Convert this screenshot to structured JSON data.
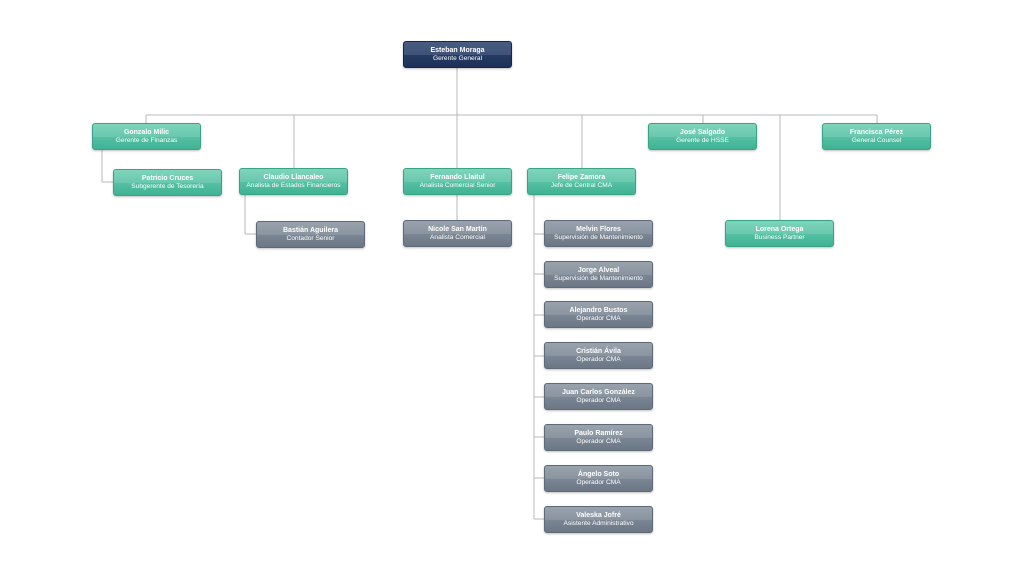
{
  "colors": {
    "top": "#1d3157",
    "manager": "#4dbd9d",
    "staff": "#747f8b",
    "line": "#b5b8bc"
  },
  "org": {
    "ceo": {
      "name": "Esteban Moraga",
      "role": "Gerente General"
    },
    "managers": [
      {
        "name": "Gonzalo Milic",
        "role": "Gerente de Finanzas"
      },
      {
        "name": "José Salgado",
        "role": "Gerente de HSSE"
      },
      {
        "name": "Francisca Pérez",
        "role": "General Counsel"
      }
    ],
    "finance": [
      {
        "name": "Patricio Cruces",
        "role": "Subgerente de Tesorería"
      },
      {
        "name": "Claudio Llancaleo",
        "role": "Analista de Estados Financieros"
      },
      {
        "name": "Bastián Aguilera",
        "role": "Contador Senior"
      }
    ],
    "commercial": [
      {
        "name": "Fernando Llaitul",
        "role": "Analista Comercial Senior"
      },
      {
        "name": "Nicole San Martín",
        "role": "Analista Comercial"
      }
    ],
    "cma": {
      "head": {
        "name": "Felipe Zamora",
        "role": "Jefe de Central CMA"
      },
      "staff": [
        {
          "name": "Melvin Flores",
          "role": "Supervisión de Mantenimiento"
        },
        {
          "name": "Jorge Alveal",
          "role": "Supervisión de Mantenimiento"
        },
        {
          "name": "Alejandro Bustos",
          "role": "Operador CMA"
        },
        {
          "name": "Cristián Ávila",
          "role": "Operador CMA"
        },
        {
          "name": "Juan Carlos González",
          "role": "Operador CMA"
        },
        {
          "name": "Paulo Ramírez",
          "role": "Operador CMA"
        },
        {
          "name": "Ángelo Soto",
          "role": "Operador CMA"
        },
        {
          "name": "Valeska Jofré",
          "role": "Asistente Administrativo"
        }
      ]
    },
    "business_partner": {
      "name": "Lorena Ortega",
      "role": "Business Partner"
    }
  }
}
